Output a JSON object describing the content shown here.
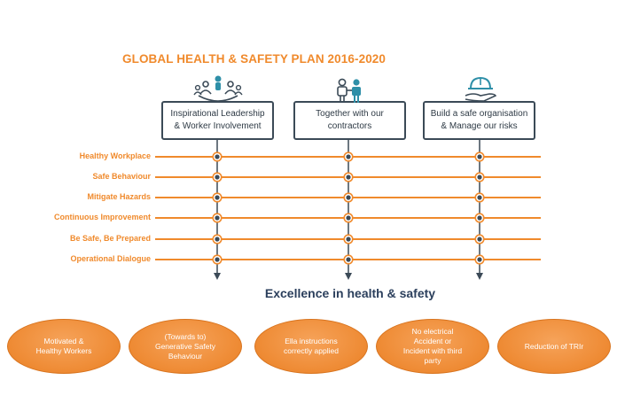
{
  "title": "GLOBAL HEALTH & SAFETY PLAN 2016-2020",
  "colors": {
    "accent": "#f08a2c",
    "dark": "#3b4a57",
    "node_ring": "#f08a2c"
  },
  "pillars": [
    {
      "label": "Inspirational Leadership\n& Worker Involvement",
      "icon": "group-people-icon"
    },
    {
      "label": "Together with our\ncontractors",
      "icon": "two-people-icon"
    },
    {
      "label": "Build a safe organisation\n& Manage our risks",
      "icon": "hardhat-hand-icon"
    }
  ],
  "rows": [
    "Healthy Workplace",
    "Safe Behaviour",
    "Mitigate Hazards",
    "Continuous Improvement",
    "Be Safe, Be Prepared",
    "Operational Dialogue"
  ],
  "excellence": "Excellence in health & safety",
  "outcomes": [
    "Motivated &\nHealthy Workers",
    "(Towards to)\nGenerative Safety\nBehaviour",
    "Ella instructions\ncorrectly applied",
    "No electrical\nAccident or\nIncident with third\nparty",
    "Reduction of TRIr"
  ]
}
